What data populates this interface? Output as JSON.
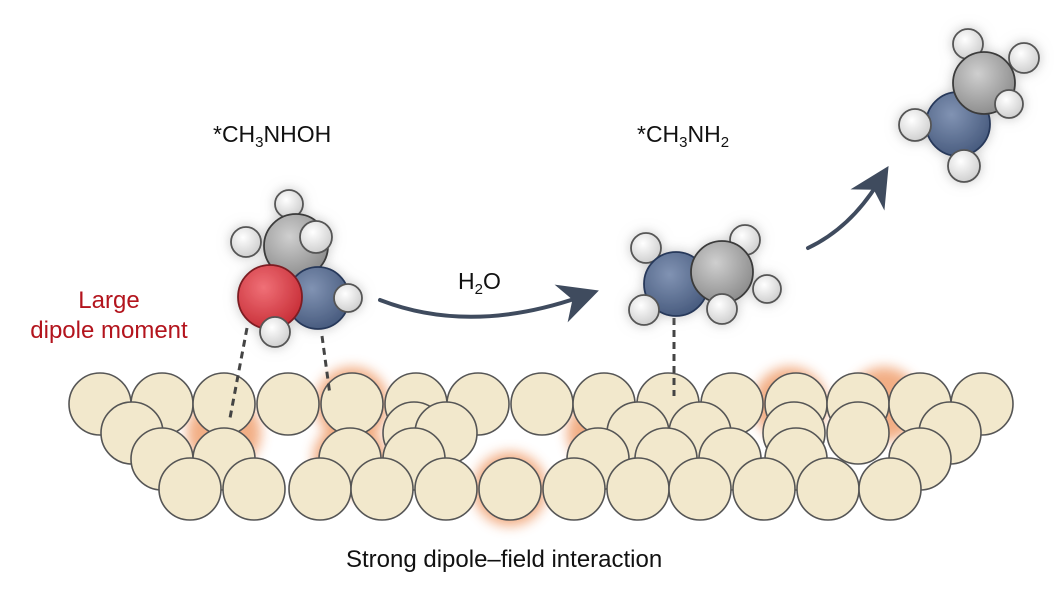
{
  "labels": {
    "reactant": {
      "pre": "*CH",
      "sub1": "3",
      "post": "NHOH"
    },
    "product": {
      "pre": "*CH",
      "sub1": "3",
      "mid": "NH",
      "sub2": "2"
    },
    "reagent": {
      "pre": "H",
      "sub1": "2",
      "post": "O"
    },
    "dipole_line1": "Large",
    "dipole_line2": "dipole moment",
    "caption": "Strong dipole–field interaction"
  },
  "colors": {
    "surface_atom": "#f2e8cc",
    "surface_outline": "#555555",
    "glow": "#f0a070",
    "hydrogen": "#e4e4e4",
    "carbon": "#a8a8a8",
    "nitrogen": "#5b6f93",
    "oxygen": "#d9434b",
    "arrow": "#3f4b5e",
    "accent_text": "#b3141d"
  }
}
